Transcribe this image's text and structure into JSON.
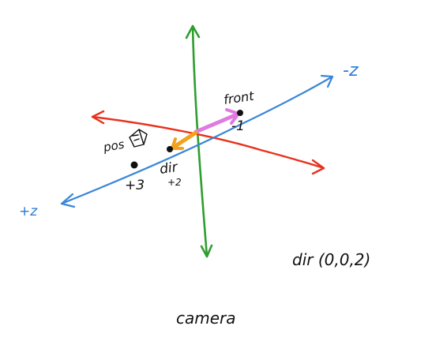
{
  "labels": {
    "neg_z": "-z",
    "pos_z": "+z",
    "front": "front",
    "minus_one": "-1",
    "pos": "pos",
    "plus_three": "+3",
    "dir": "dir",
    "plus_two": "+2",
    "dir_vector": "dir (0,0,2)",
    "camera": "camera"
  },
  "colors": {
    "y_axis": "#2e9e2e",
    "x_axis": "#e8321c",
    "z_axis": "#3a86d8",
    "front_arrow": "#e07ae0",
    "dir_arrow": "#f2a21b",
    "ink": "#111111"
  },
  "icons": {
    "camera_sketch": "camera-icon"
  }
}
